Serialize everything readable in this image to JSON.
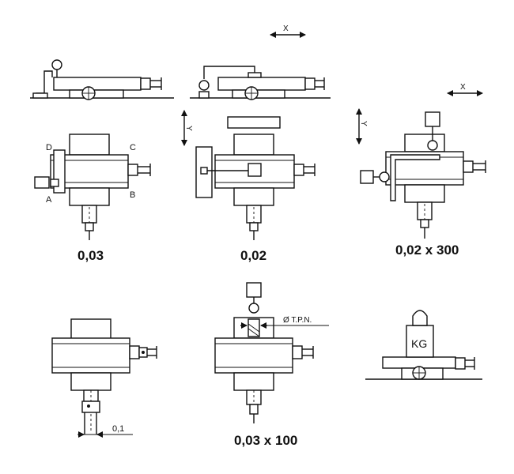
{
  "axes": {
    "x": "X",
    "y": "Y"
  },
  "panels": [
    {
      "tolerance": "0,03",
      "corners": {
        "a": "A",
        "b": "B",
        "c": "C",
        "d": "D"
      }
    },
    {
      "tolerance": "0,02"
    },
    {
      "tolerance": "0,02 x 300"
    },
    {
      "tolerance": "",
      "dimension": "0,1"
    },
    {
      "tolerance": "0,03 x 100",
      "note": "Ø T.P.N."
    },
    {
      "tolerance": "",
      "weight_label": "KG"
    }
  ]
}
